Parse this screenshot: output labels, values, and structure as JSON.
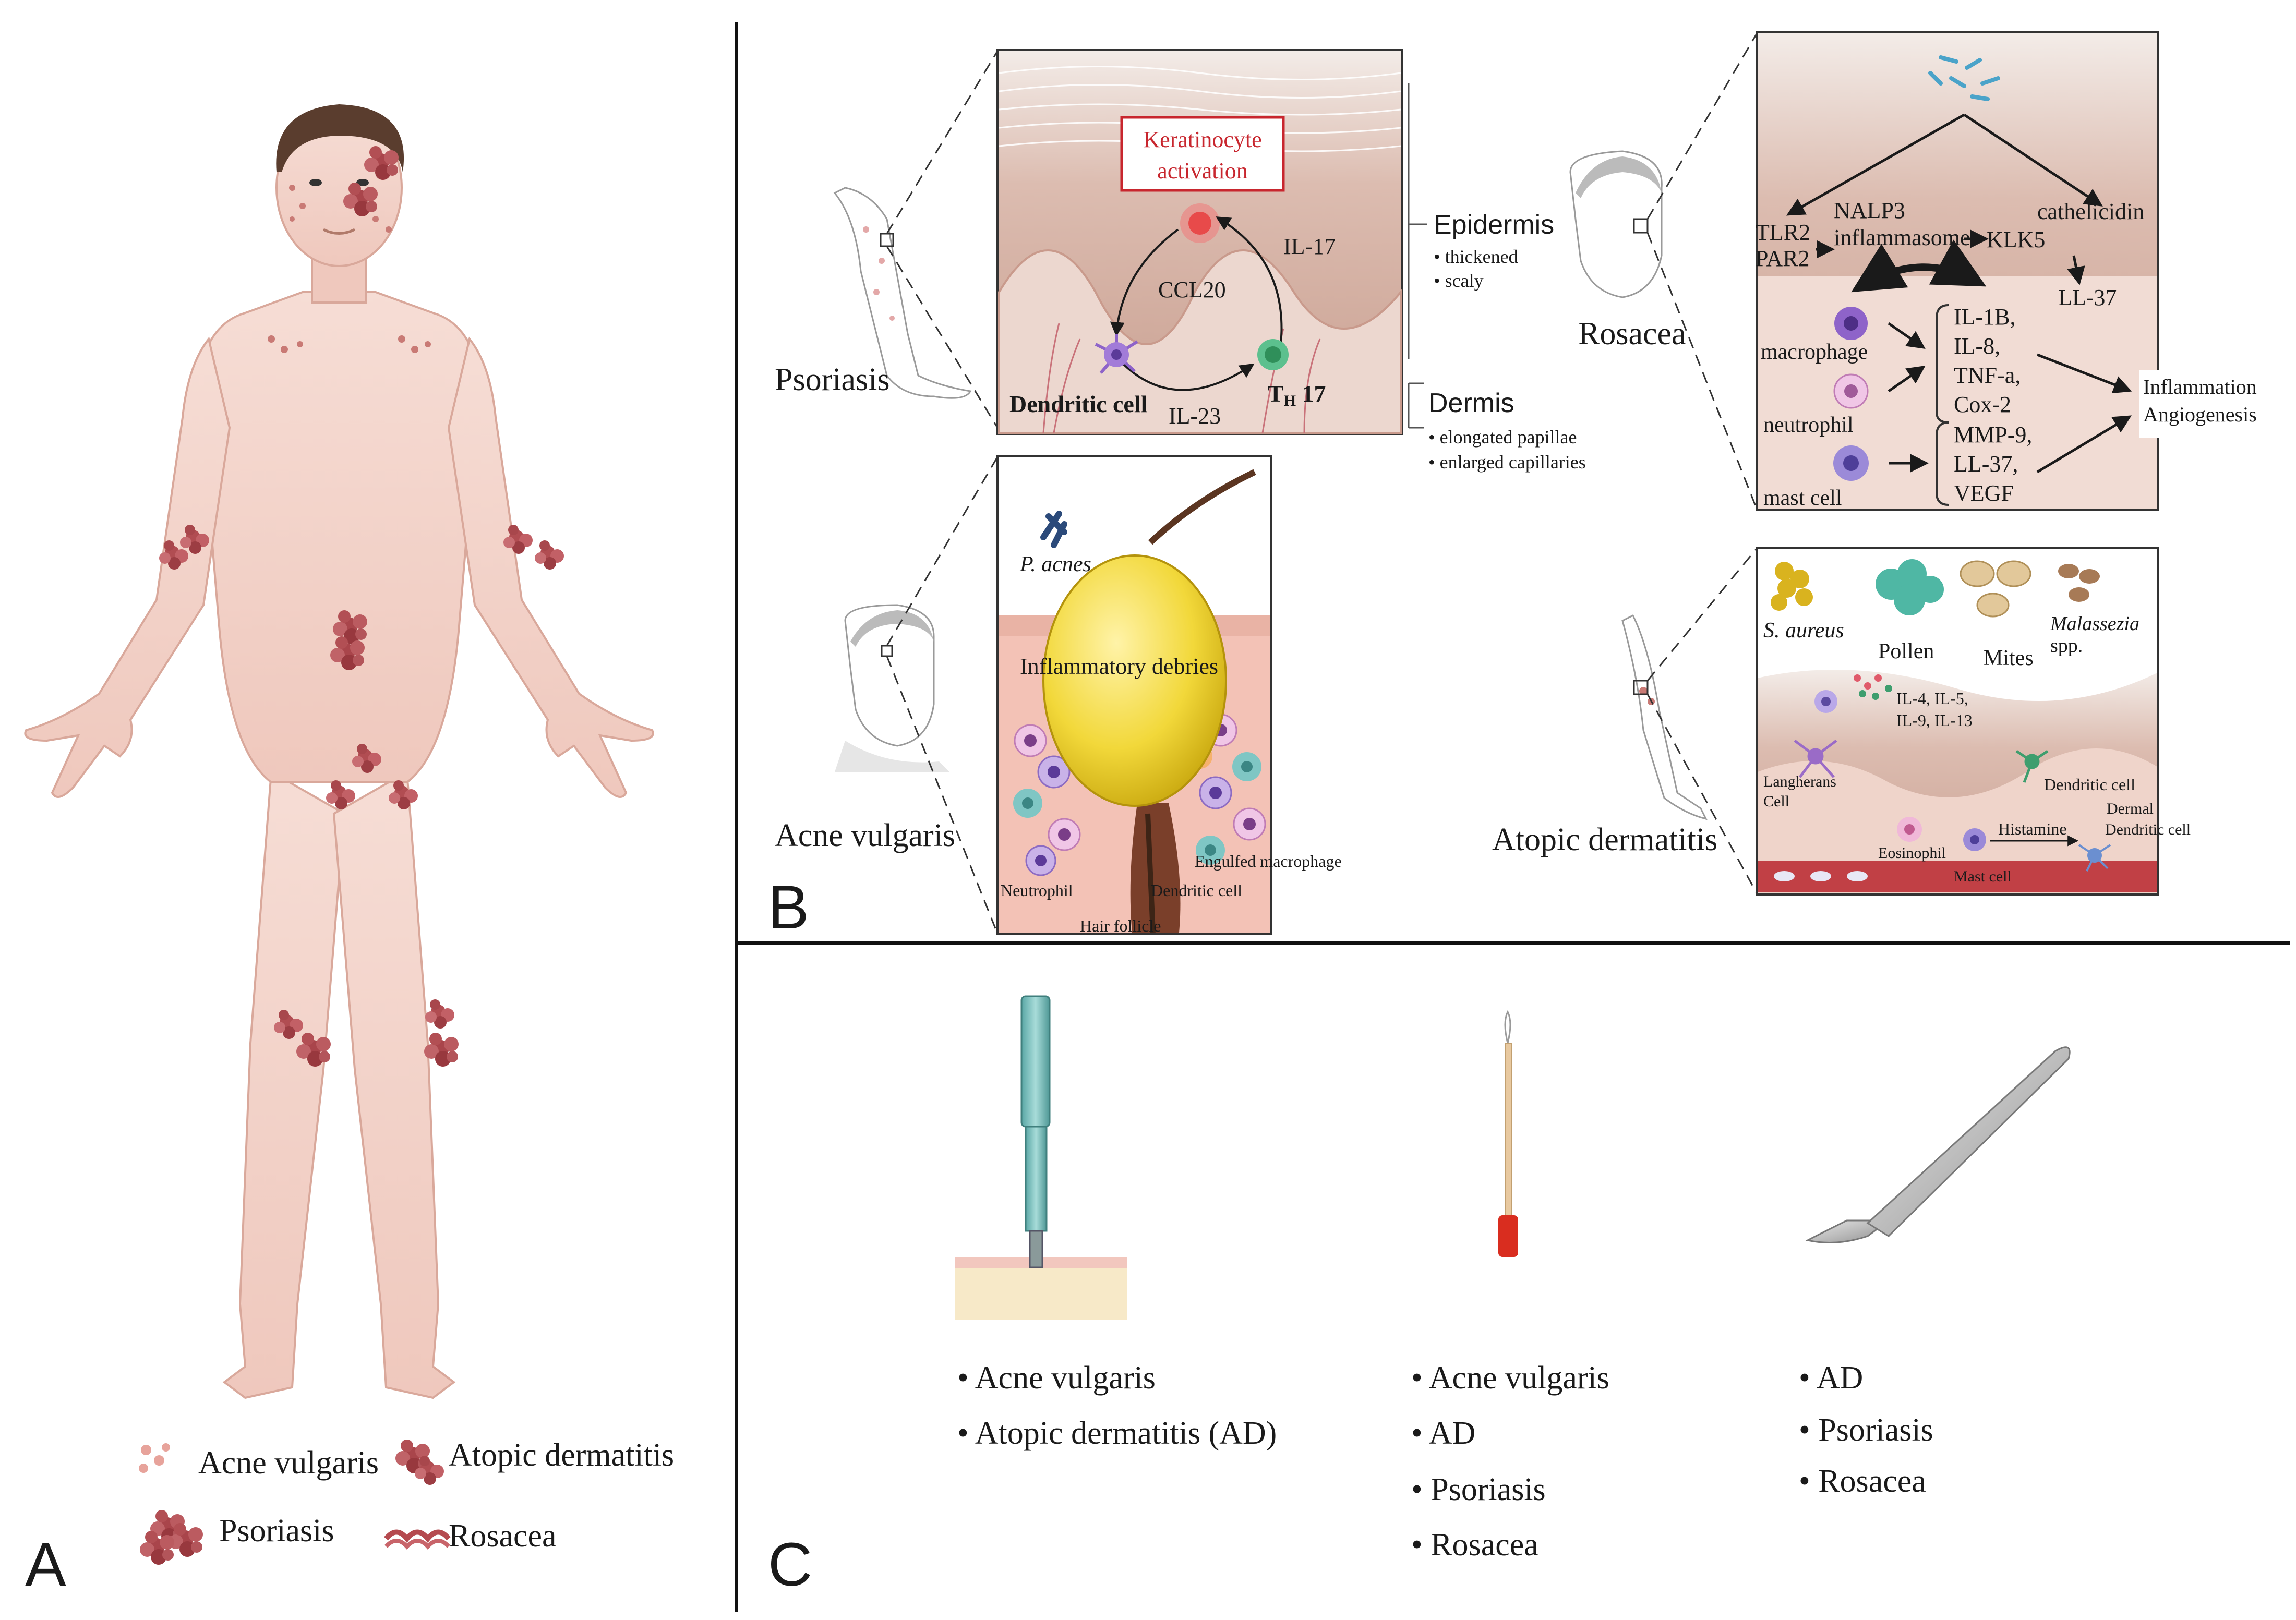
{
  "panels": {
    "a": {
      "letter": "A"
    },
    "b": {
      "letter": "B"
    },
    "c": {
      "letter": "C"
    }
  },
  "legend": {
    "acne": "Acne vulgaris",
    "atopic": "Atopic dermatitis",
    "psoriasis": "Psoriasis",
    "rosacea": "Rosacea"
  },
  "psoriasis": {
    "title": "Psoriasis",
    "keratinocyte_line1": "Keratinocyte",
    "keratinocyte_line2": "activation",
    "ccl20": "CCL20",
    "il17": "IL-17",
    "il23": "IL-23",
    "dendritic": "Dendritic cell",
    "th17": "T",
    "th17_sub": "H",
    "th17_num": " 17",
    "epidermis": "Epidermis",
    "epi_b1": "• thickened",
    "epi_b2": "• scaly",
    "dermis": "Dermis",
    "der_b1": "• elongated papillae",
    "der_b2": "• enlarged capillaries"
  },
  "rosacea": {
    "title": "Rosacea",
    "tlr2": "TLR2",
    "par2": "PAR2",
    "nalp3": "NALP3",
    "inflammasome": "inflammasome",
    "klk5": "KLK5",
    "cathelicidin": "cathelicidin",
    "ll37": "LL-37",
    "macrophage": "macrophage",
    "neutrophil": "neutrophil",
    "mast": "mast cell",
    "cyt1": "IL-1B,",
    "cyt2": "IL-8,",
    "cyt3": "TNF-a,",
    "cyt4": "Cox-2",
    "mmp1": "MMP-9,",
    "mmp2": "LL-37,",
    "mmp3": "VEGF",
    "out1": "Inflammation",
    "out2": "Angiogenesis"
  },
  "acne": {
    "title": "Acne vulgaris",
    "pacnes": "P. acnes",
    "debris": "Inflammatory debries",
    "neutrophil": "Neutrophil",
    "dendritic": "Dendritic cell",
    "engulfed": "Engulfed macrophage",
    "follicle": "Hair follicle"
  },
  "atopic": {
    "title": "Atopic dermatitis",
    "saureus": "S. aureus",
    "pollen": "Pollen",
    "mites": "Mites",
    "malassezia": "Malassezia",
    "spp": "spp.",
    "ils1": "IL-4, IL-5,",
    "ils2": "IL-9, IL-13",
    "langherans1": "Langherans",
    "langherans2": "Cell",
    "dendritic": "Dendritic cell",
    "dermal1": "Dermal",
    "dermal2": "Dendritic cell",
    "eosinophil": "Eosinophil",
    "histamine": "Histamine",
    "mast": "Mast cell"
  },
  "sampling": {
    "tape": [
      "• Acne vulgaris",
      "• Atopic dermatitis (AD)"
    ],
    "swab": [
      "• Acne vulgaris",
      "• AD",
      "• Psoriasis",
      "• Rosacea"
    ],
    "scalpel": [
      "• AD",
      "• Psoriasis",
      "• Rosacea"
    ]
  },
  "colors": {
    "skin": "#f4d6cf",
    "skin_dark": "#e7b6aa",
    "lesion": "#b54a4f",
    "dermis": "#ead2c9",
    "epidermis": "#d9b3a6",
    "red_box": "#c8262e",
    "teal": "#7fc6c4",
    "sebum": "#f2d83a"
  }
}
